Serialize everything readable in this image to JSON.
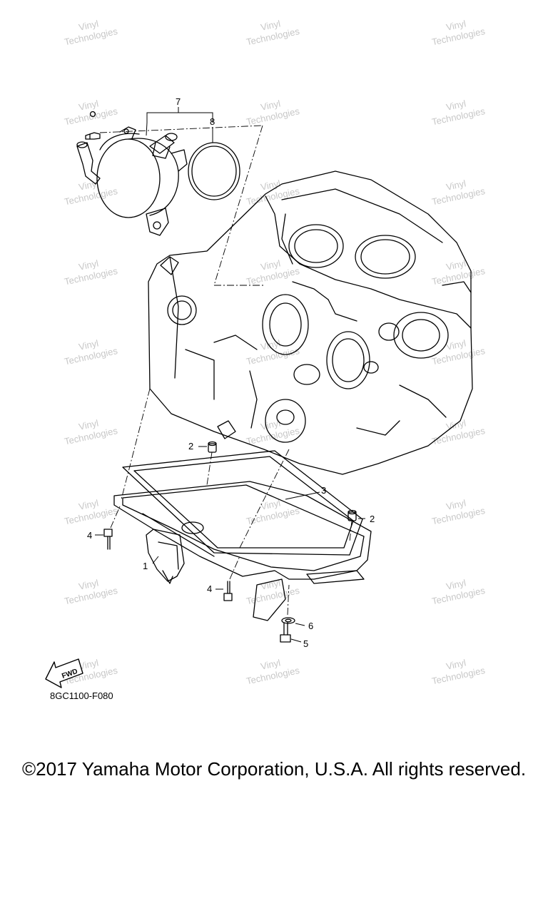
{
  "callouts": {
    "c1": "1",
    "c2a": "2",
    "c2b": "2",
    "c3": "3",
    "c4a": "4",
    "c4b": "4",
    "c5": "5",
    "c6": "6",
    "c7": "7",
    "c8": "8"
  },
  "fwd_label": "FWD",
  "diagram_code": "8GC1100-F080",
  "watermark_line1": "Vinyl",
  "watermark_line2": "Technologies",
  "copyright": "©2017 Yamaha Motor Corporation, U.S.A. All rights reserved."
}
